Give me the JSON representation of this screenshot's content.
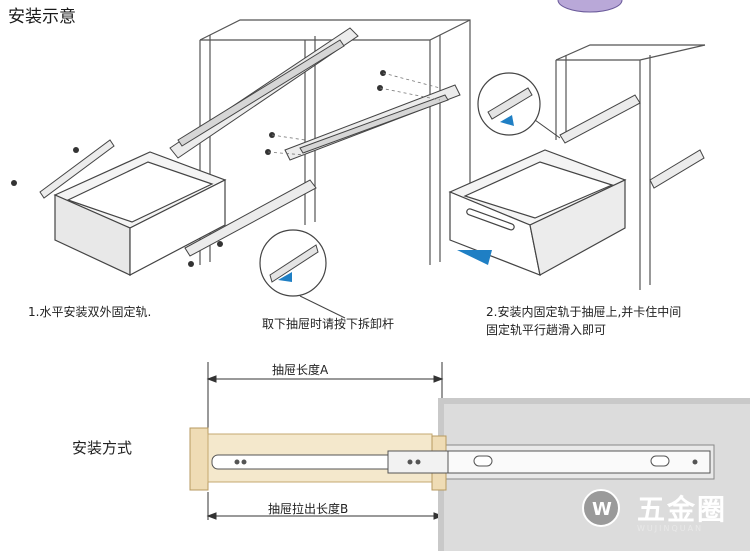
{
  "title": "安装示意",
  "steps": {
    "step1": "1.水平安装双外固定轨.",
    "step_remove": "取下抽屉时请按下拆卸杆",
    "step2_line1": "2.安装内固定轨于抽屉上,并卡住中间",
    "step2_line2": "固定轨平行趟滑入即可"
  },
  "install_method": "安装方式",
  "dimensions": {
    "length_a": "抽屉长度A",
    "length_b": "抽屉拉出长度B"
  },
  "logo": {
    "name": "五金圈",
    "sub": "WUJINQUAN"
  },
  "colors": {
    "accent_blue": "#1f7fc4",
    "wood": "#efdcb5",
    "cabinet_gray": "#c9c9c9",
    "logo_purple": "#b9a8d8"
  }
}
